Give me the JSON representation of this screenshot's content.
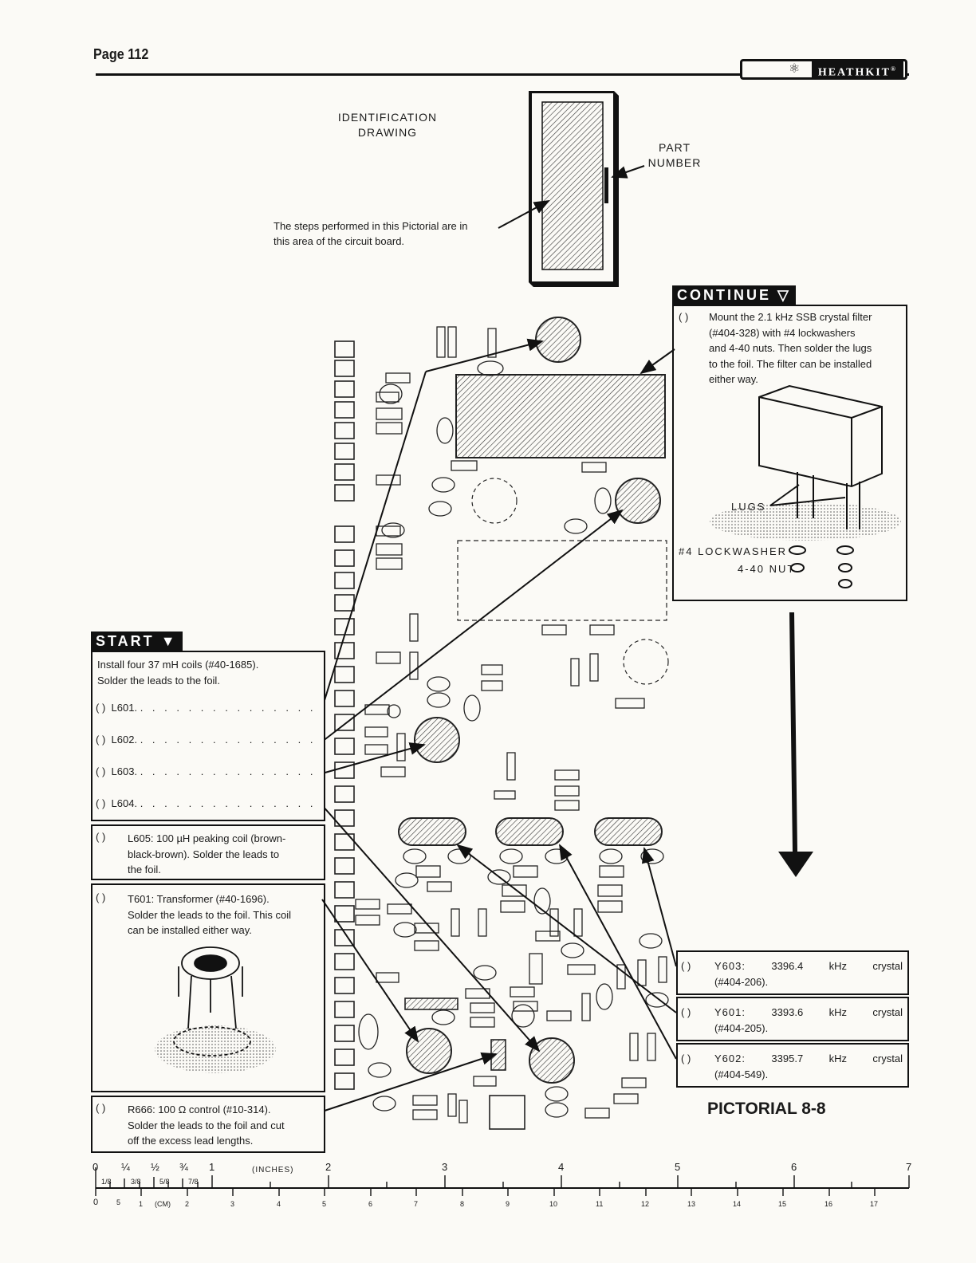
{
  "header": {
    "page_number": "Page 112",
    "logo_text": "HEATHKIT",
    "logo_mark": "®"
  },
  "identification": {
    "title_line1": "IDENTIFICATION",
    "title_line2": "DRAWING",
    "part_number_line1": "PART",
    "part_number_line2": "NUMBER",
    "note_line1": "The steps performed in this Pictorial are in",
    "note_line2": "this area of the circuit board."
  },
  "continue_box": {
    "tag": "CONTINUE",
    "check": "(   )",
    "lines": [
      "Mount the 2.1 kHz SSB crystal filter",
      "(#404-328)  with  #4  lockwashers",
      "and 4-40 nuts. Then solder the lugs",
      "to the foil. The filter can be installed",
      "either way."
    ],
    "label_lugs": "LUGS",
    "label_lockwasher": "#4 LOCKWASHER",
    "label_nut": "4-40 NUT"
  },
  "start_box": {
    "tag": "START",
    "intro_line1": "Install  four  37  mH  coils  (#40-1685).",
    "intro_line2": "Solder the leads to the foil.",
    "check": "(   )",
    "coils": [
      "L601.",
      "L602.",
      "L603.",
      "L604."
    ],
    "l605": [
      "L605:  100 µH peaking coil (brown-",
      "black-brown).  Solder  the  leads  to",
      "the foil."
    ],
    "t601": [
      "T601:     Transformer     (#40-1696).",
      "Solder the leads to the foil. This coil",
      "can be installed either way."
    ],
    "r666": [
      "R666:  100  Ω  control  (#10-314).",
      "Solder  the  leads  to  the  foil and cut",
      "off the excess lead lengths."
    ]
  },
  "crystals": [
    {
      "id": "Y603:",
      "freq": "3396.4",
      "unit": "kHz",
      "kind": "crystal",
      "part": "(#404-206)."
    },
    {
      "id": "Y601:",
      "freq": "3393.6",
      "unit": "kHz",
      "kind": "crystal",
      "part": "(#404-205)."
    },
    {
      "id": "Y602:",
      "freq": "3395.7",
      "unit": "kHz",
      "kind": "crystal",
      "part": "(#404-549)."
    }
  ],
  "pictorial_label": "PICTORIAL 8-8",
  "ruler": {
    "inch_unit": "(INCHES)",
    "inch_fracs": [
      "0",
      "¼",
      "½",
      "¾",
      "1"
    ],
    "inch_majors": [
      "2",
      "3",
      "4",
      "5",
      "6",
      "7"
    ],
    "small_fracs": [
      "1/8",
      "3/8",
      "5/8",
      "7/8"
    ],
    "cm_unit": "(CM)",
    "cm_labels": [
      "0",
      "5",
      "1",
      "2",
      "3",
      "4",
      "5",
      "6",
      "7",
      "8",
      "9",
      "10",
      "11",
      "12",
      "13",
      "14",
      "15",
      "16",
      "17"
    ]
  }
}
